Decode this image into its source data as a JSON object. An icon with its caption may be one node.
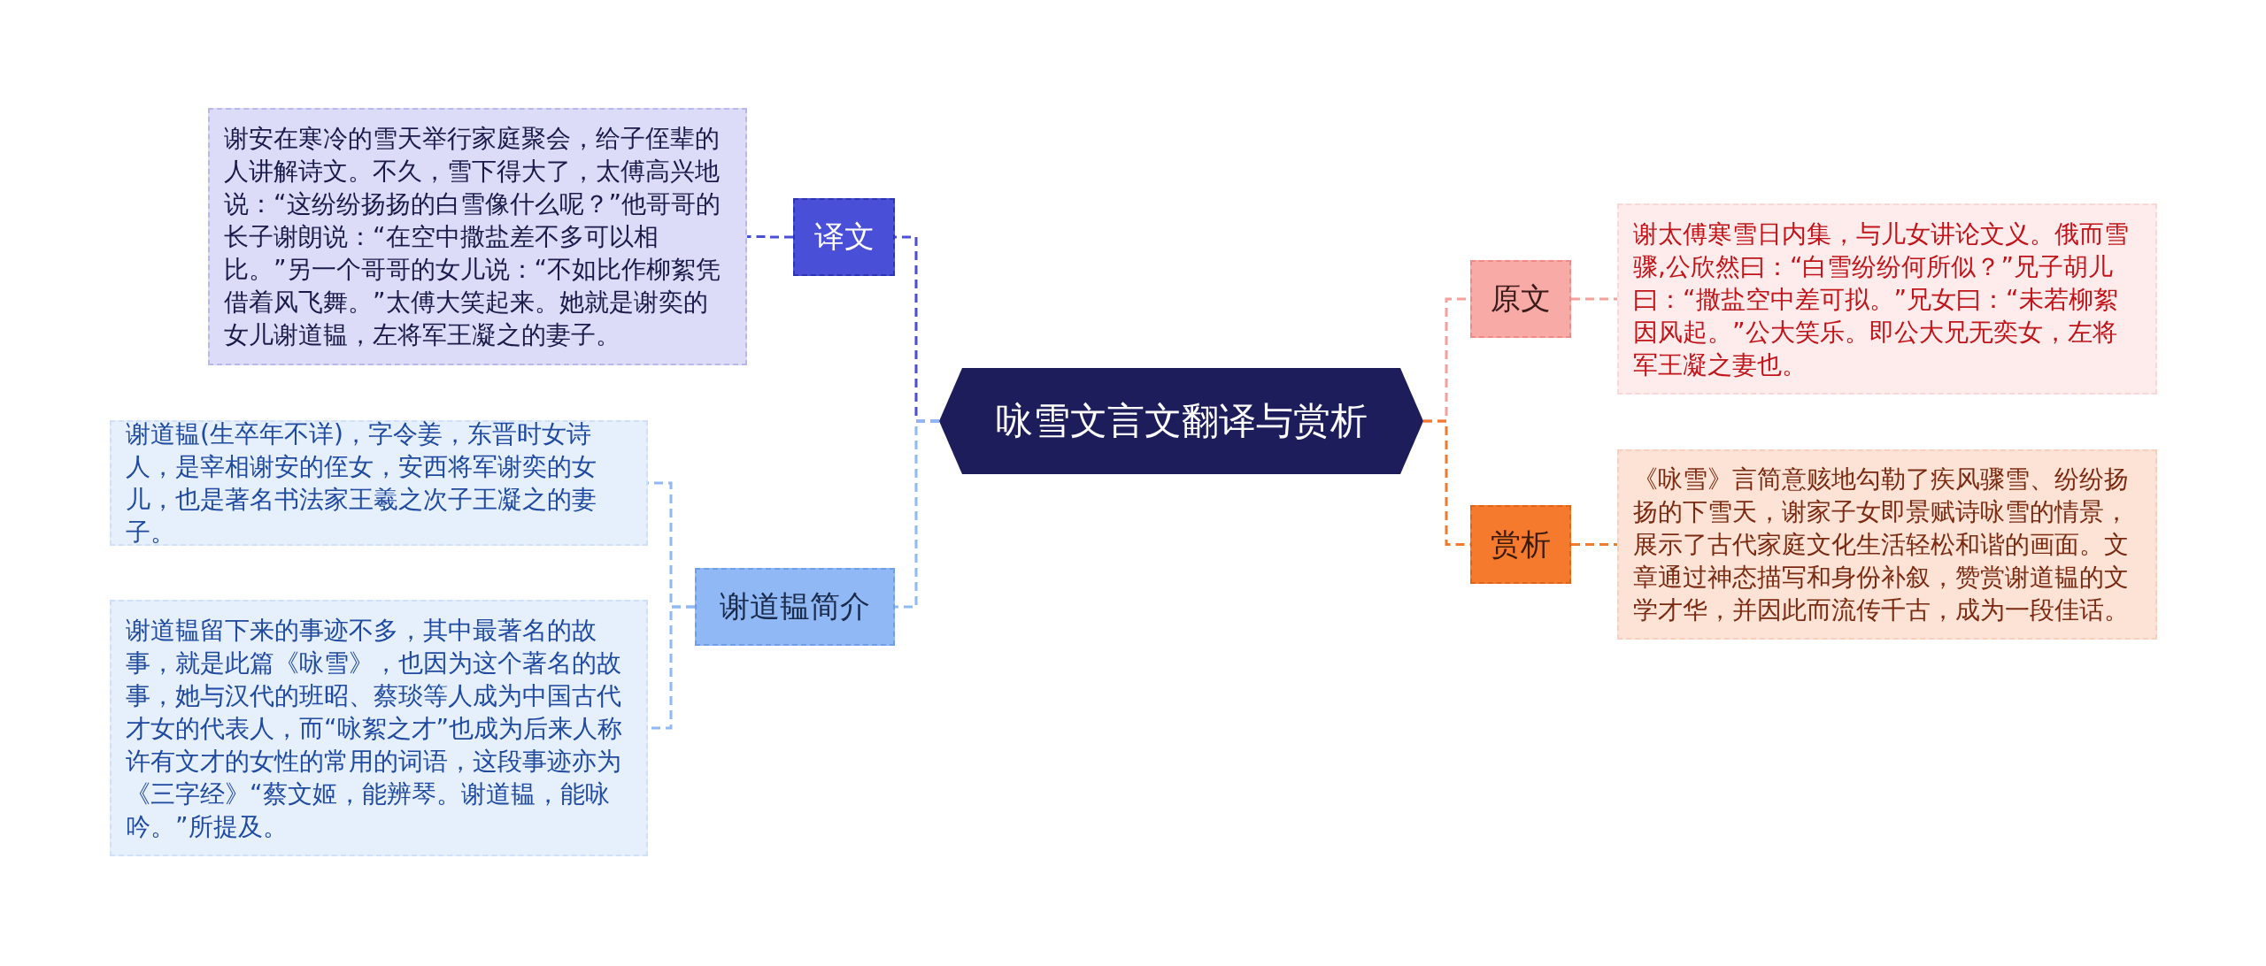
{
  "diagram": {
    "nodes": [
      {
        "text": [
          "咏雪文言文翻译与赏析"
        ]
      },
      {
        "text": [
          "译文"
        ]
      },
      {
        "text": [
          "谢安在寒冷的雪天举行家庭聚会，给子侄辈的人讲解诗文。不久，雪下得大了，太傅高兴地说：“这纷纷扬扬的白雪像什么呢？”他哥哥的长子谢朗说：“在空中撒盐差不多可以相比。”另一个哥哥的女儿说：“不如比作柳絮凭借着风飞舞。”太傅大笑起来。她就是谢奕的女儿谢道韫，左将军王凝之的妻子。"
        ]
      },
      {
        "text": [
          "谢道韫简介"
        ]
      },
      {
        "text": [
          "谢道韫(生卒年不详)，字令姜，东晋时女诗人，是宰相谢安的侄女，安西将军谢奕的女儿，也是著名书法家王羲之次子王凝之的妻子。"
        ]
      },
      {
        "text": [
          "谢道韫留下来的事迹不多，其中最著名的故事，就是此篇《咏雪》，也因为这个著名的故事，她与汉代的班昭、蔡琰等人成为中国古代才女的代表人，而“咏絮之才”也成为后来人称许有文才的女性的常用的词语，这段事迹亦为《三字经》“蔡文姬，能辨琴。谢道韫，能咏吟。”所提及。"
        ]
      },
      {
        "text": [
          "原文"
        ]
      },
      {
        "text": [
          "谢太傅寒雪日内集，与儿女讲论文义。俄而雪骤,公欣然曰：“白雪纷纷何所似？”兄子胡儿曰：“撒盐空中差可拟。”兄女曰：“未若柳絮因风起。”公大笑乐。即公大兄无奕女，左将军王凝之妻也。"
        ]
      },
      {
        "text": [
          "赏析"
        ]
      },
      {
        "text": [
          "《咏雪》言简意赅地勾勒了疾风骤雪、纷纷扬扬的下雪天，谢家子女即景赋诗咏雪的情景，展示了古代家庭文化生活轻松和谐的画面。文章通过神态描写和身份补叙，赞赏谢道韫的文学才华，并因此而流传千古，成为一段佳话。"
        ]
      }
    ],
    "edges": [
      {
        "from": 0,
        "to": 1,
        "arrow": "none",
        "color": "#4a4fd8"
      },
      {
        "from": 1,
        "to": 2,
        "arrow": "none",
        "color": "#4a4fd8"
      },
      {
        "from": 0,
        "to": 3,
        "arrow": "none",
        "color": "#8fb8f5"
      },
      {
        "from": 3,
        "to": 4,
        "arrow": "none",
        "color": "#8fb8f5"
      },
      {
        "from": 3,
        "to": 5,
        "arrow": "none",
        "color": "#8fb8f5"
      },
      {
        "from": 0,
        "to": 6,
        "arrow": "none",
        "color": "#f4a09c"
      },
      {
        "from": 6,
        "to": 7,
        "arrow": "none",
        "color": "#f4a09c"
      },
      {
        "from": 0,
        "to": 8,
        "arrow": "none",
        "color": "#f07a2e"
      },
      {
        "from": 8,
        "to": 9,
        "arrow": "none",
        "color": "#f07a2e"
      }
    ]
  }
}
